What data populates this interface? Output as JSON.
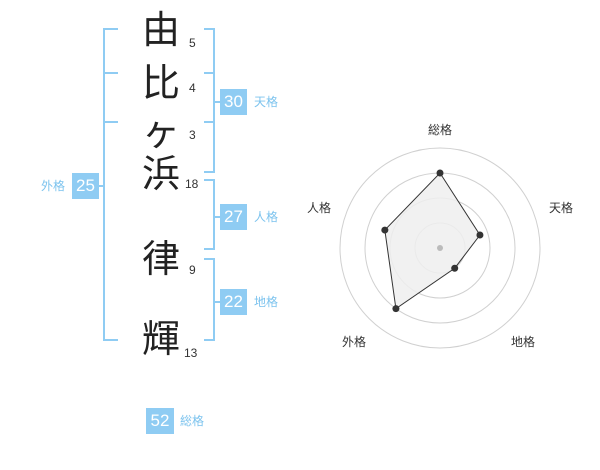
{
  "name": {
    "chars": [
      {
        "char": "由",
        "strokes": "5"
      },
      {
        "char": "比",
        "strokes": "4"
      },
      {
        "char": "ヶ",
        "strokes": "3"
      },
      {
        "char": "浜",
        "strokes": "18"
      },
      {
        "char": "律",
        "strokes": "9"
      },
      {
        "char": "輝",
        "strokes": "13"
      }
    ]
  },
  "kakusu": {
    "tenkaku": {
      "value": "30",
      "label": "天格"
    },
    "jinkaku": {
      "value": "27",
      "label": "人格"
    },
    "chikaku": {
      "value": "22",
      "label": "地格"
    },
    "gaikaku": {
      "value": "25",
      "label": "外格"
    },
    "soukaku": {
      "value": "52",
      "label": "総格"
    }
  },
  "radar": {
    "axes": [
      "総格",
      "天格",
      "地格",
      "外格",
      "人格"
    ],
    "levels": 4,
    "values": [
      0.75,
      0.42,
      0.25,
      0.75,
      0.58
    ],
    "colors": {
      "fill": "#efefef",
      "stroke": "#333333",
      "grid": "#d0d0d0",
      "center": "#bbbbbb"
    }
  },
  "colors": {
    "accent": "#8fccf3",
    "label": "#7cc3ee"
  }
}
